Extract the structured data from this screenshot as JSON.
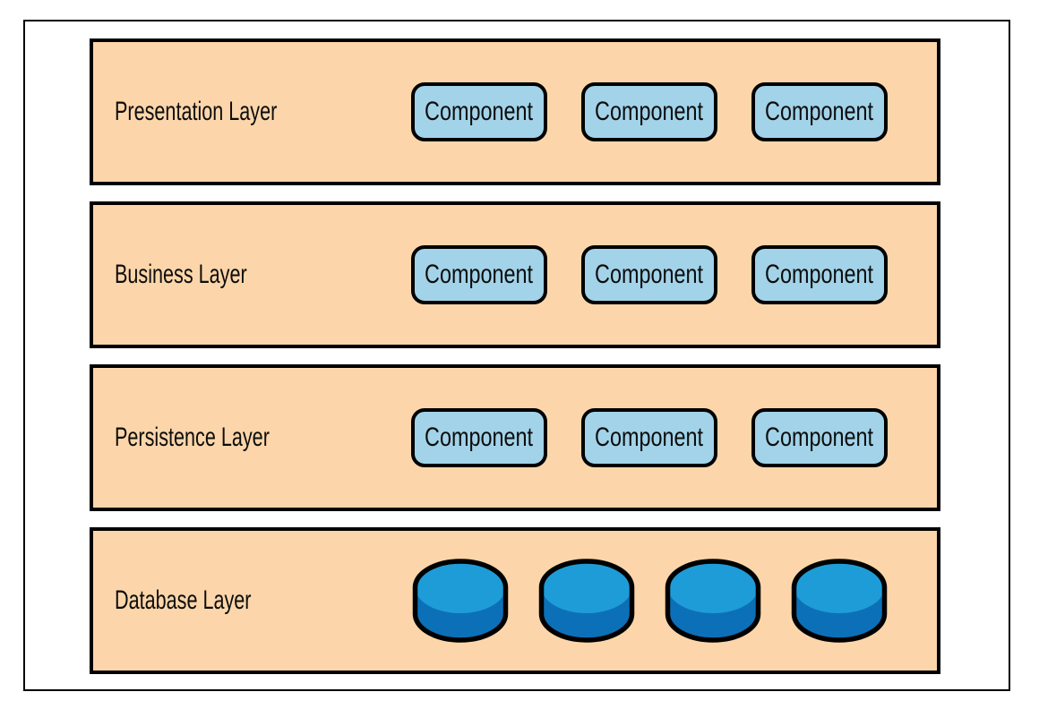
{
  "diagram": {
    "layers": [
      {
        "label": "Presentation Layer",
        "components": [
          "Component",
          "Component",
          "Component"
        ]
      },
      {
        "label": "Business Layer",
        "components": [
          "Component",
          "Component",
          "Component"
        ]
      },
      {
        "label": "Persistence Layer",
        "components": [
          "Component",
          "Component",
          "Component"
        ]
      },
      {
        "label": "Database Layer",
        "databases": [
          "database-cylinder-icon",
          "database-cylinder-icon",
          "database-cylinder-icon",
          "database-cylinder-icon"
        ]
      }
    ],
    "colors": {
      "background": "#FFFFFF",
      "frame_border": "#000000",
      "layer_fill": "#FCD6AA",
      "layer_border": "#000000",
      "component_fill": "#A2D3E9",
      "component_border": "#000000",
      "database_top": "#1E9CD7",
      "database_body": "#0C70B8",
      "text": "#0D0D0D"
    }
  }
}
